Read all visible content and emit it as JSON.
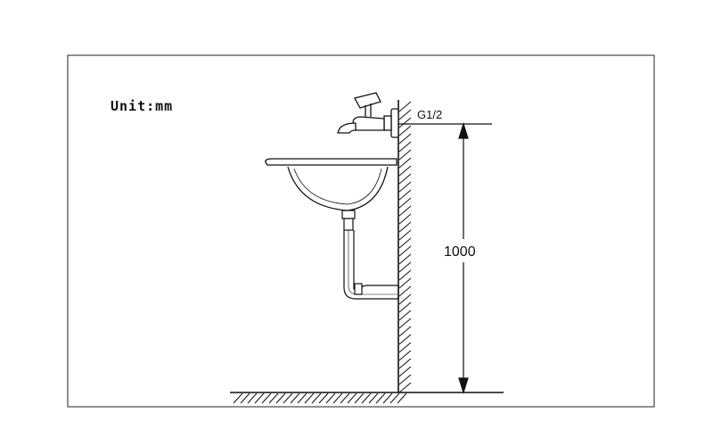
{
  "diagram": {
    "unit_label": "Unit:mm",
    "thread_label": "G1/2",
    "height_label": "1000",
    "colors": {
      "line": "#111111",
      "background": "#ffffff"
    }
  }
}
